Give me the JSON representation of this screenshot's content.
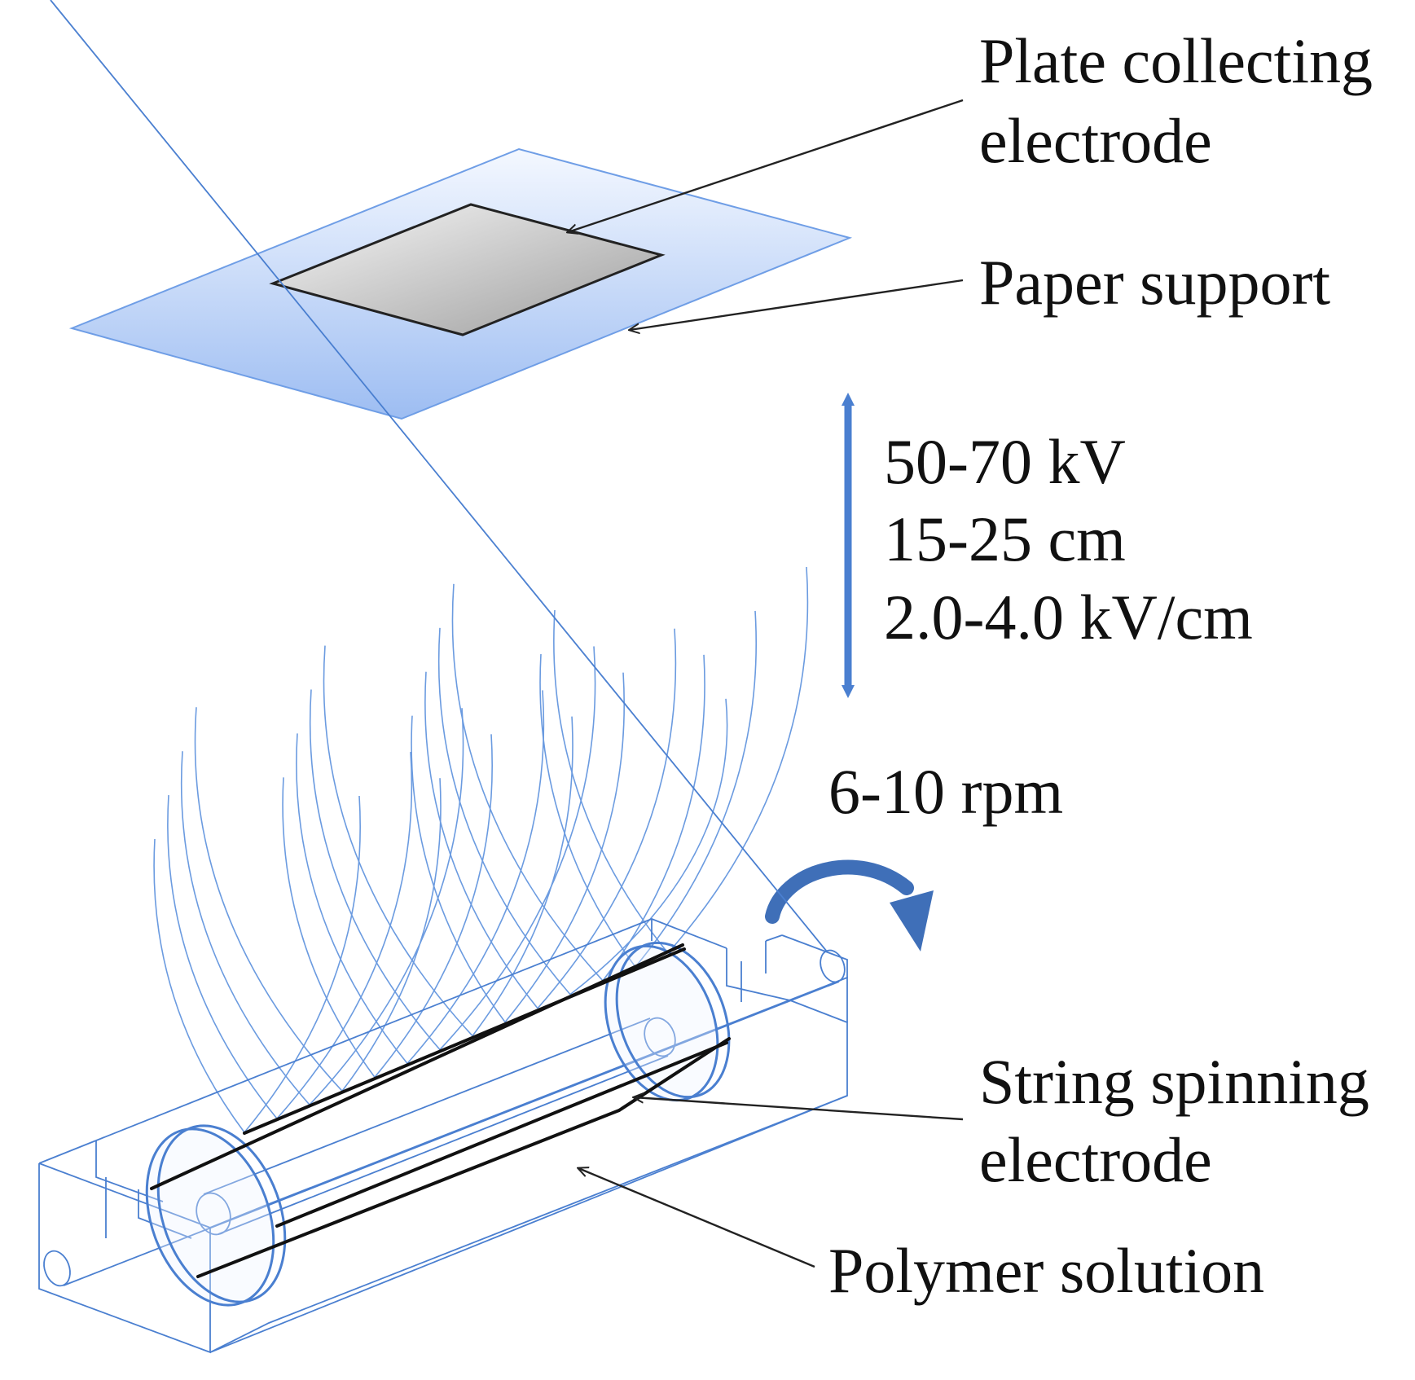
{
  "labels": {
    "plate_line1": "Plate collecting",
    "plate_line2": "electrode",
    "paper_support": "Paper support",
    "voltage": "50-70 kV",
    "distance": "15-25 cm",
    "field": "2.0-4.0 kV/cm",
    "rotation": "6-10 rpm",
    "string_line1": "String spinning",
    "string_line2": "electrode",
    "polymer": "Polymer solution"
  },
  "colors": {
    "paper": "#a9c6f5",
    "plate": "#b9b9b9",
    "accent_blue": "#4a7fd0",
    "arrow_blue": "#3f6fb8",
    "wire": "#111111"
  },
  "icons": {
    "rotation_arrow": "curved-arrow-icon",
    "distance_arrow": "double-headed-arrow-icon"
  }
}
